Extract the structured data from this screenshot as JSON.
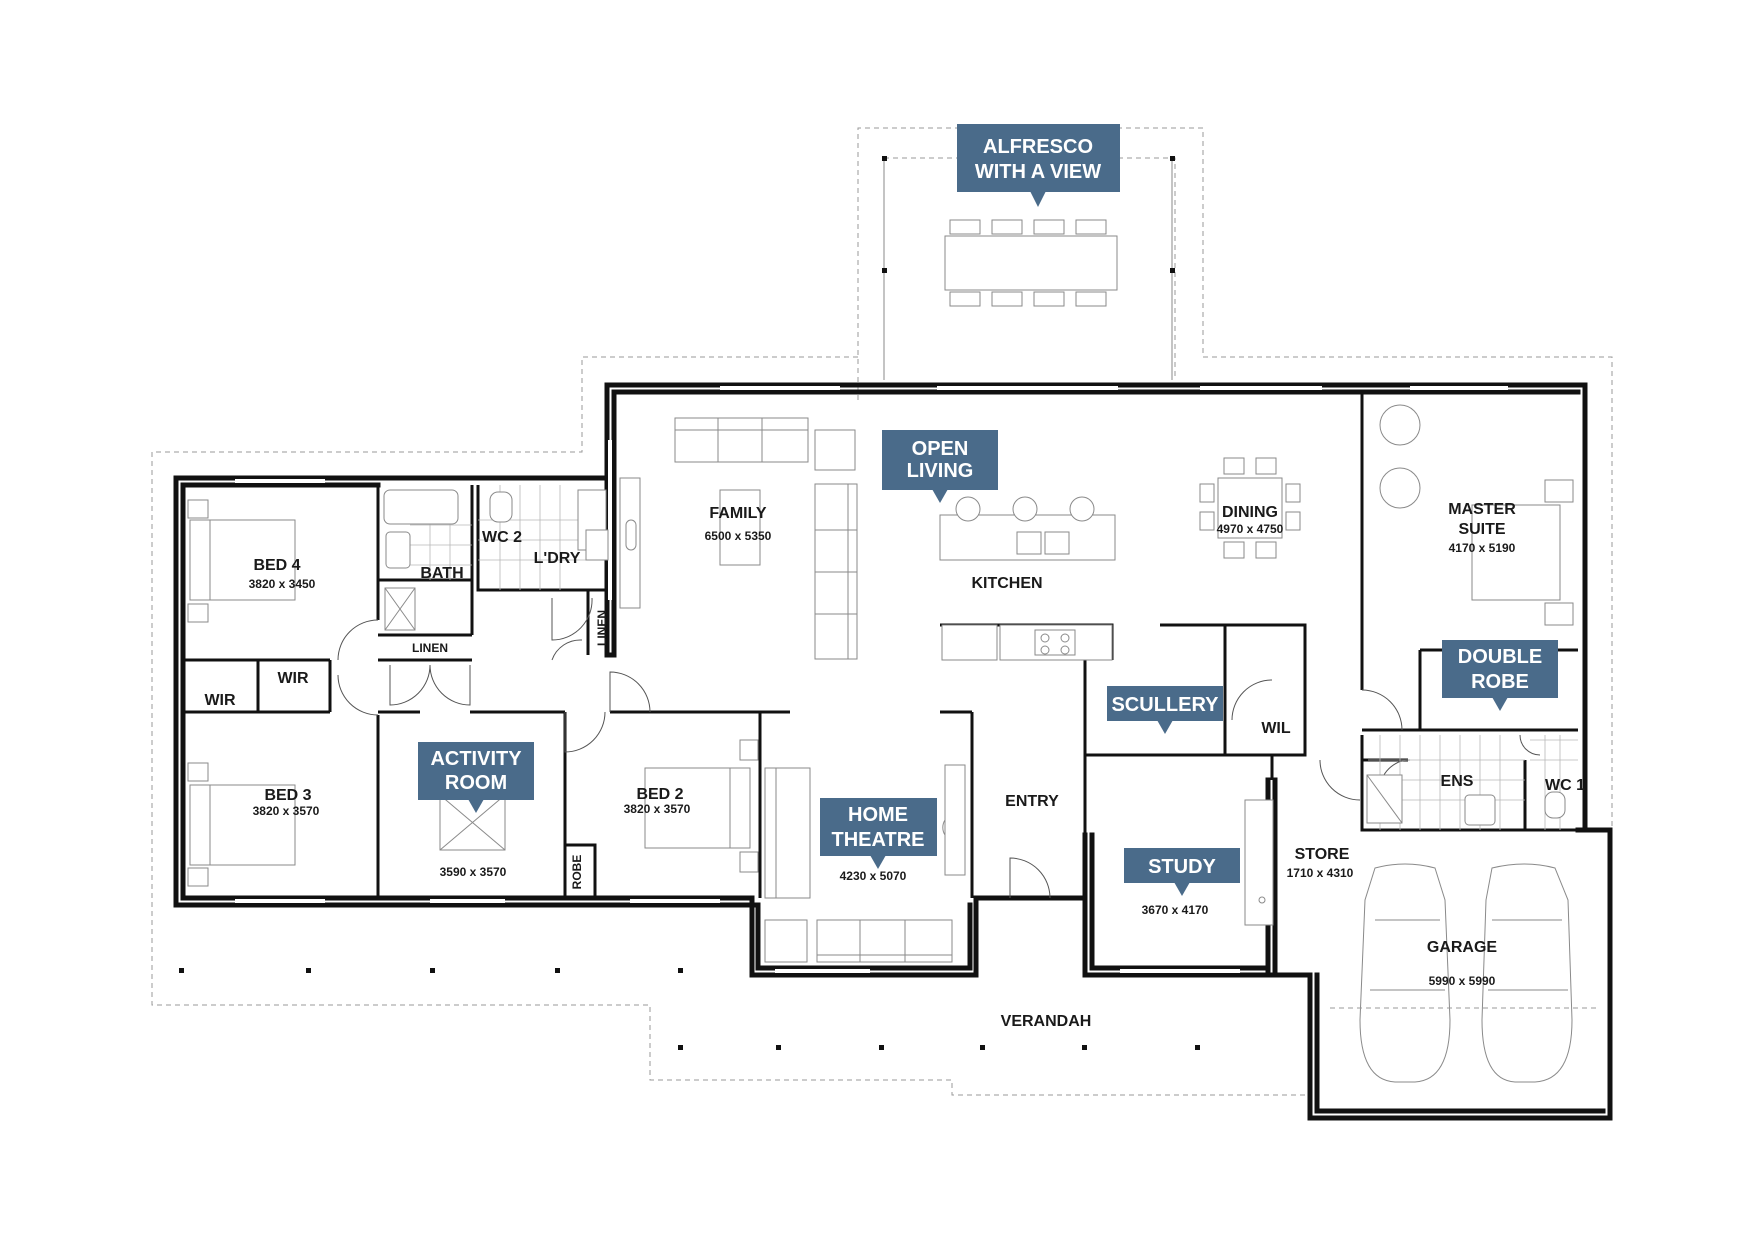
{
  "rooms": {
    "family": {
      "name": "FAMILY",
      "dim": "6500 x 5350"
    },
    "kitchen": {
      "name": "KITCHEN"
    },
    "dining": {
      "name": "DINING",
      "dim": "4970 x 4750"
    },
    "master": {
      "name_line1": "MASTER",
      "name_line2": "SUITE",
      "dim": "4170 x 5190"
    },
    "bed4": {
      "name": "BED 4",
      "dim": "3820 x 3450"
    },
    "bed3": {
      "name": "BED 3",
      "dim": "3820 x 3570"
    },
    "bed2": {
      "name": "BED 2",
      "dim": "3820 x 3570"
    },
    "activity": {
      "dim": "3590 x 3570"
    },
    "theatre": {
      "dim": "4230 x 5070"
    },
    "study": {
      "dim": "3670 x 4170"
    },
    "store": {
      "name": "STORE",
      "dim": "1710 x 4310"
    },
    "garage": {
      "name": "GARAGE",
      "dim": "5990 x 5990"
    },
    "bath": {
      "name": "BATH"
    },
    "wc2": {
      "name": "WC 2"
    },
    "laundry": {
      "name": "L'DRY"
    },
    "linen_v": {
      "name": "LINEN"
    },
    "linen_h": {
      "name": "LINEN"
    },
    "wir1": {
      "name": "WIR"
    },
    "wir2": {
      "name": "WIR"
    },
    "robe": {
      "name": "ROBE"
    },
    "wil": {
      "name": "WIL"
    },
    "entry": {
      "name": "ENTRY"
    },
    "ens": {
      "name": "ENS"
    },
    "wc1": {
      "name": "WC 1"
    },
    "verandah": {
      "name": "VERANDAH"
    }
  },
  "callouts": {
    "alfresco": {
      "line1": "ALFRESCO",
      "line2": "WITH A VIEW"
    },
    "open_living": {
      "line1": "OPEN",
      "line2": "LIVING"
    },
    "activity_room": {
      "line1": "ACTIVITY",
      "line2": "ROOM"
    },
    "home_theatre": {
      "line1": "HOME",
      "line2": "THEATRE"
    },
    "scullery": {
      "line1": "SCULLERY"
    },
    "study": {
      "line1": "STUDY"
    },
    "double_robe": {
      "line1": "DOUBLE",
      "line2": "ROBE"
    }
  },
  "colors": {
    "callout": "#4a6b8a",
    "wall": "#111111",
    "outline": "#9a9a9a"
  }
}
